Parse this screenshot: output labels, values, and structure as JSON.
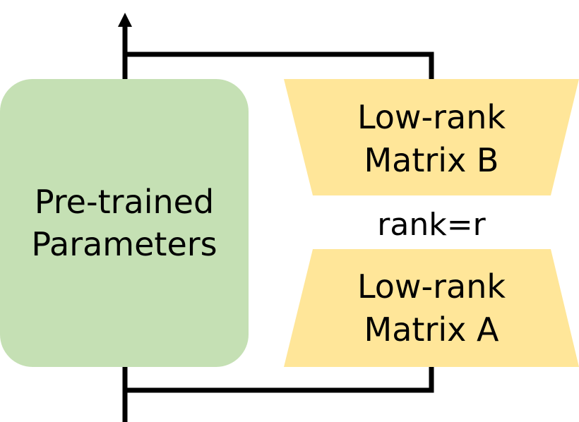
{
  "pretrained": {
    "line1": "Pre-trained",
    "line2": "Parameters"
  },
  "matrix_b": {
    "line1": "Low-rank",
    "line2": "Matrix B"
  },
  "rank": {
    "label": "rank=r"
  },
  "matrix_a": {
    "line1": "Low-rank",
    "line2": "Matrix A"
  },
  "colors": {
    "pretrained_fill": "#C5E0B4",
    "matrix_fill": "#FFE699",
    "line": "#000000"
  }
}
